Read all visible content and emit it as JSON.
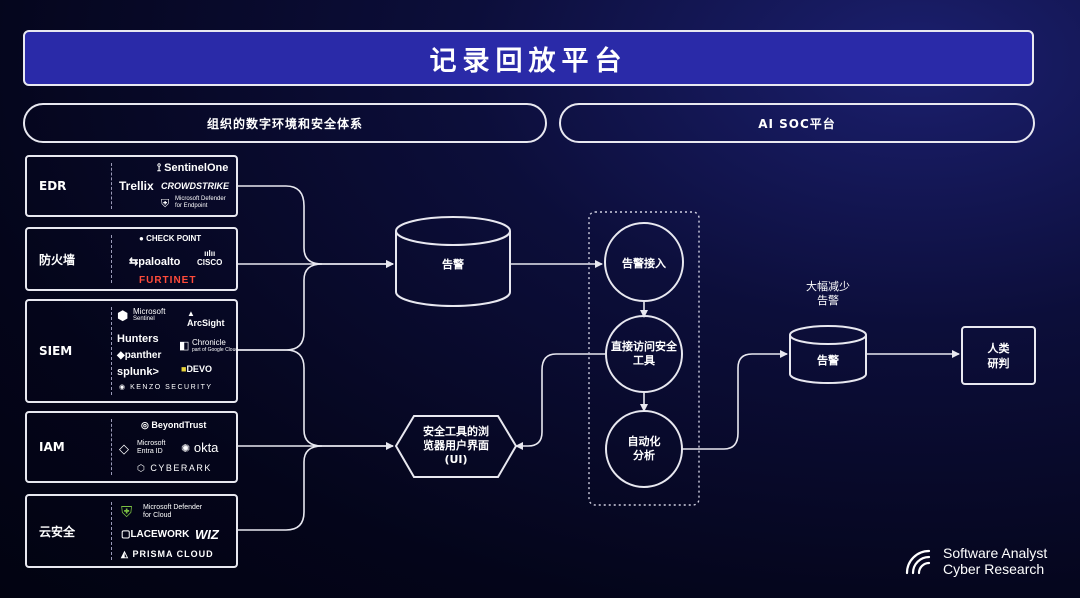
{
  "title": "记录回放平台",
  "sections": {
    "left": "组织的数字环境和安全体系",
    "right": "AI SOC平台"
  },
  "categories": [
    {
      "label": "EDR",
      "logos": [
        "SentinelOne",
        "Trellix",
        "CROWDSTRIKE",
        "Microsoft Defender",
        "for Endpoint"
      ]
    },
    {
      "label": "防火墙",
      "logos": [
        "CHECK POINT",
        "paloalto",
        "CISCO",
        "FURTINET"
      ]
    },
    {
      "label": "SIEM",
      "logos": [
        "Microsoft",
        "Sentinel",
        "ArcSight",
        "Hunters",
        "Chronicle",
        "part of Google Cloud",
        "panther",
        "splunk>",
        "DEVO",
        "KENZO SECURITY"
      ]
    },
    {
      "label": "IAM",
      "logos": [
        "BeyondTrust",
        "Microsoft",
        "Entra ID",
        "okta",
        "CYBERARK"
      ]
    },
    {
      "label": "云安全",
      "logos": [
        "Microsoft Defender",
        "for Cloud",
        "LACEWORK",
        "WIZ",
        "PRISMA CLOUD"
      ]
    }
  ],
  "nodes": {
    "alerts_db": "告警",
    "tools_ui": [
      "安全工具的浏",
      "览器用户界面",
      "(UI)"
    ],
    "alert_intake": "告警接入",
    "direct_access": [
      "直接访问安全",
      "工具"
    ],
    "auto_analysis": [
      "自动化",
      "分析"
    ],
    "reduced_label": [
      "大幅减少",
      "告警"
    ],
    "reduced_db": "告警",
    "human": [
      "人类",
      "研判"
    ]
  },
  "watermark": [
    "Software Analyst",
    "Cyber Research"
  ],
  "colors": {
    "background": "#04051a",
    "title_fill": "#2a2aa8",
    "stroke": "#e8e8f0"
  }
}
